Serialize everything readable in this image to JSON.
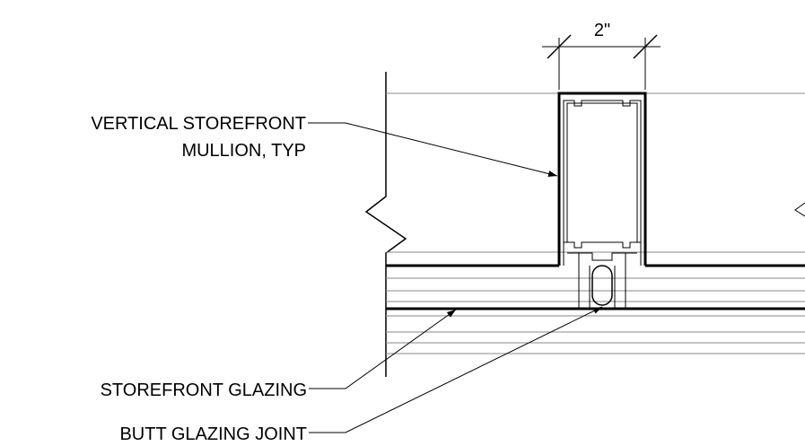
{
  "dimension": {
    "value": "2\""
  },
  "callouts": {
    "mullion_line1": "VERTICAL STOREFRONT",
    "mullion_line2": "MULLION, TYP",
    "glazing": "STOREFRONT GLAZING",
    "joint": "BUTT GLAZING JOINT"
  }
}
